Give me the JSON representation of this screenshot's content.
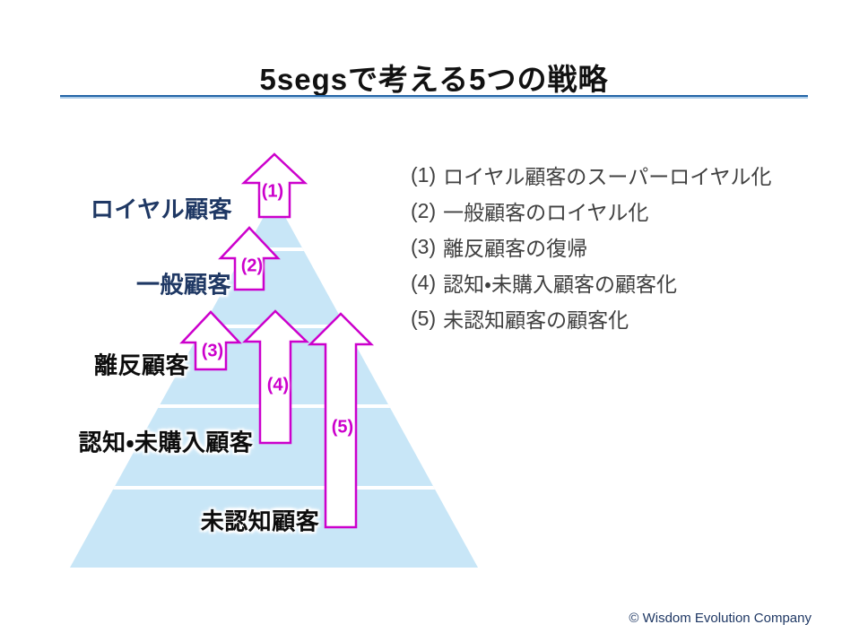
{
  "slide": {
    "title": "5segsで考える5つの戦略",
    "copyright": "© Wisdom Evolution Company"
  },
  "colors": {
    "title_underline_dark": "#2465a7",
    "title_underline_light": "#aecde9",
    "pyramid_fill": "#c8e6f7",
    "level_divider": "#ffffff",
    "arrow_outline": "#cc00cc",
    "arrow_fill": "#ffffff",
    "navy_label": "#1f3864",
    "black_label": "#0d0d0d",
    "list_text": "#404040"
  },
  "pyramid": {
    "levels": [
      {
        "label": "ロイヤル顧客"
      },
      {
        "label": "一般顧客"
      },
      {
        "label": "離反顧客"
      },
      {
        "label": "認知・未購入顧客"
      },
      {
        "label": "未認知顧客"
      }
    ],
    "arrows": [
      {
        "label": "(1)"
      },
      {
        "label": "(2)"
      },
      {
        "label": "(3)"
      },
      {
        "label": "(4)"
      },
      {
        "label": "(5)"
      }
    ]
  },
  "strategies": [
    {
      "number": "(1)",
      "text": "ロイヤル顧客のスーパーロイヤル化"
    },
    {
      "number": "(2)",
      "text": "一般顧客のロイヤル化"
    },
    {
      "number": "(3)",
      "text": "離反顧客の復帰"
    },
    {
      "number": "(4)",
      "text": "認知・未購入顧客の顧客化"
    },
    {
      "number": "(5)",
      "text": "未認知顧客の顧客化"
    }
  ]
}
